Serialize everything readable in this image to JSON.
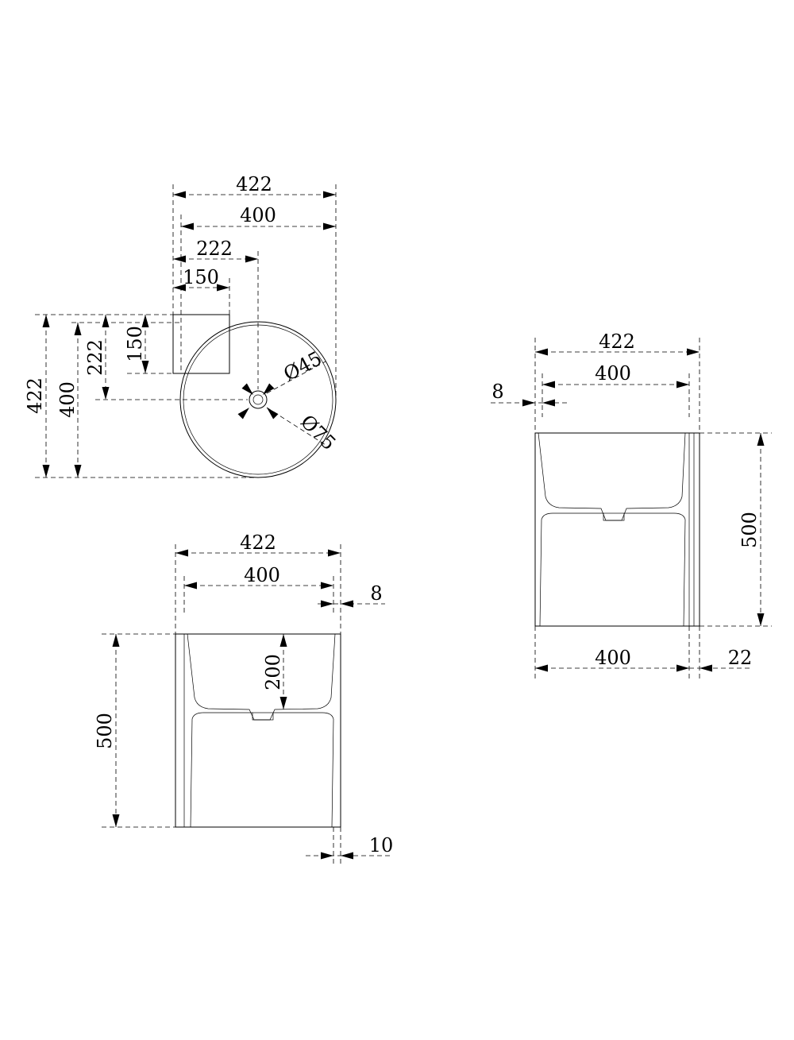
{
  "top_view": {
    "overall_width": "422",
    "basin_width": "400",
    "center_offset_x": "222",
    "mount_width": "150",
    "overall_depth": "422",
    "basin_depth": "400",
    "center_offset_y": "222",
    "mount_depth": "150",
    "drain_inner": "Ø45",
    "drain_outer": "Ø75"
  },
  "front_view": {
    "overall_width": "422",
    "basin_width": "400",
    "wall_right": "8",
    "height": "500",
    "bowl_depth": "200",
    "base_wall": "10"
  },
  "side_view": {
    "overall_width": "422",
    "basin_width": "400",
    "wall_left": "8",
    "height": "500",
    "bottom_width": "400",
    "back_panel": "22"
  }
}
